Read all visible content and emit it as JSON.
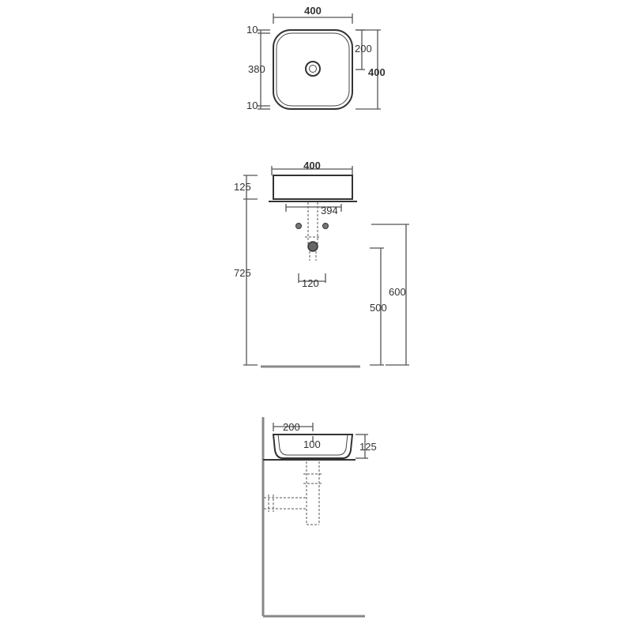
{
  "top_view": {
    "width_label": "400",
    "depth_label": "400",
    "half_depth_label": "200",
    "inner_label": "380",
    "margin_top_label": "10",
    "margin_bottom_label": "10"
  },
  "front_view": {
    "width_label": "400",
    "height_label": "125",
    "base_label": "394",
    "fixing_label": "120",
    "overall_height_label": "725",
    "mount_height_label": "600",
    "waste_height_label": "500"
  },
  "side_view": {
    "half_width_label": "200",
    "waste_offset_label": "100",
    "height_label": "125"
  }
}
